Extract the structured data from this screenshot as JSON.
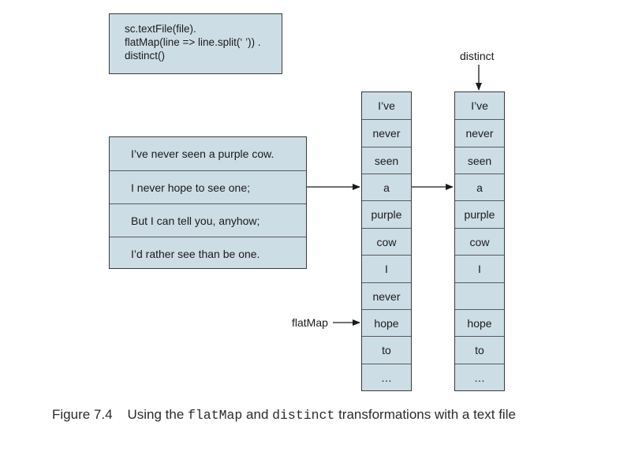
{
  "code": [
    "sc.textFile(file).",
    "flatMap(line => line.split(‘ ’)) .",
    "distinct()"
  ],
  "lines": [
    "I’ve never seen a purple cow.",
    "I never hope to see one;",
    "But I can tell you, anyhow;",
    "I’d rather see than be one."
  ],
  "flatmap_words": [
    "I’ve",
    "never",
    "seen",
    "a",
    "purple",
    "cow",
    "I",
    "never",
    "hope",
    "to",
    "…"
  ],
  "distinct_words": [
    "I’ve",
    "never",
    "seen",
    "a",
    "purple",
    "cow",
    "I",
    "",
    "hope",
    "to",
    "…"
  ],
  "labels": {
    "distinct": "distinct",
    "flatmap": "flatMap"
  },
  "caption": {
    "figure": "Figure 7.4",
    "part1": "Using the ",
    "code1": "flatMap",
    "part2": " and ",
    "code2": "distinct",
    "part3": " transformations with a text file"
  }
}
